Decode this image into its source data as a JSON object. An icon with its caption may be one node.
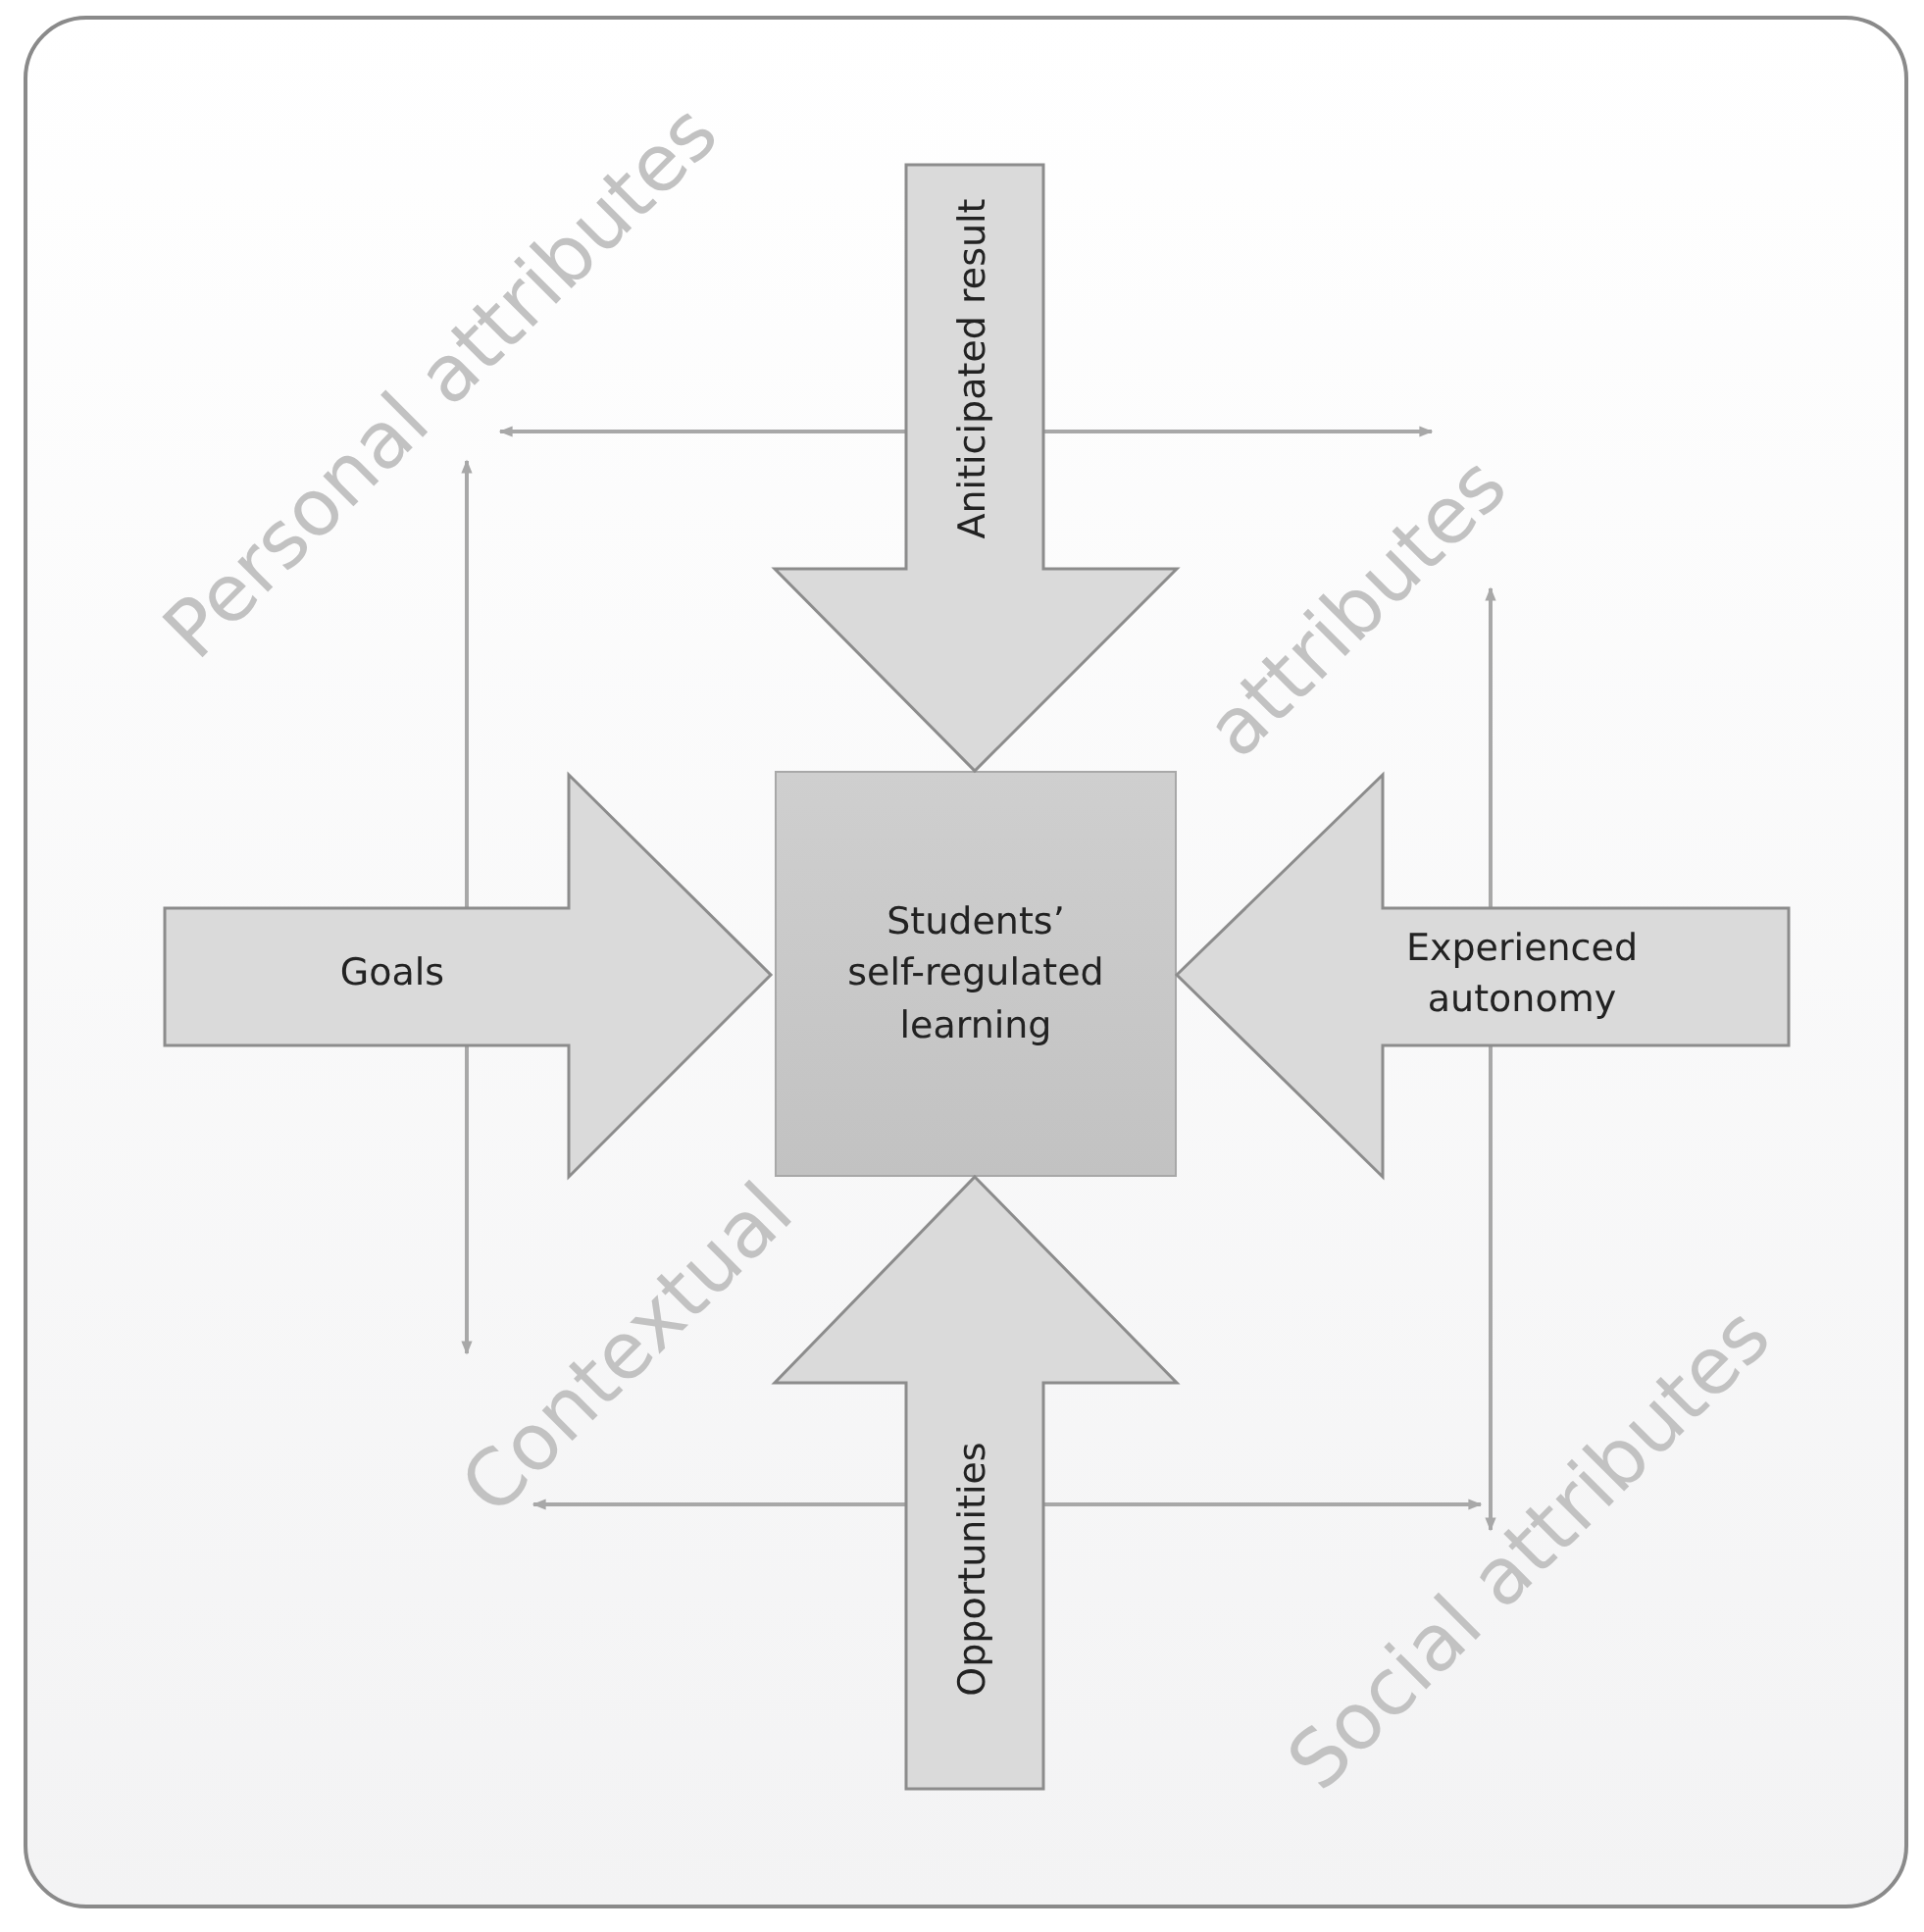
{
  "diagram": {
    "nodes": [
      {
        "text": [
          "Students’ self-regulated learning"
        ]
      },
      {
        "text": [
          "Aniticipated result"
        ]
      },
      {
        "text": [
          "Goals"
        ]
      },
      {
        "text": [
          "Experienced autonomy"
        ]
      },
      {
        "text": [
          "Opportunities"
        ]
      },
      {
        "text": [
          "Personal attributes"
        ]
      },
      {
        "text": [
          "attributes"
        ]
      },
      {
        "text": [
          "Contextual"
        ]
      },
      {
        "text": [
          "Social attributes"
        ]
      }
    ],
    "edges": [
      {
        "from": 1,
        "to": 5,
        "arrow": "to"
      },
      {
        "from": 1,
        "to": 6,
        "arrow": "to"
      },
      {
        "from": 2,
        "to": 5,
        "arrow": "to"
      },
      {
        "from": 2,
        "to": 7,
        "arrow": "to"
      },
      {
        "from": 3,
        "to": 6,
        "arrow": "to"
      },
      {
        "from": 3,
        "to": 8,
        "arrow": "to"
      },
      {
        "from": 4,
        "to": 7,
        "arrow": "to"
      },
      {
        "from": 4,
        "to": 8,
        "arrow": "to"
      }
    ]
  }
}
